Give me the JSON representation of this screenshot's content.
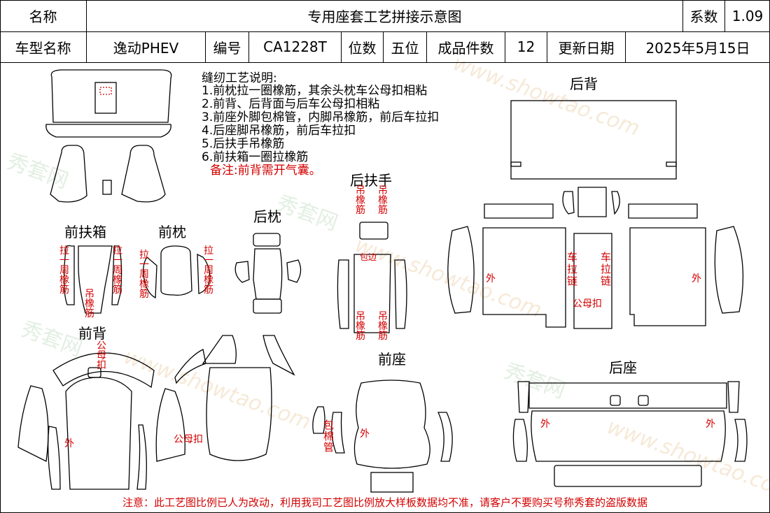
{
  "header": {
    "name_label": "名称",
    "title": "专用座套工艺拼接示意图",
    "coef_label": "系数",
    "coef_value": "1.09",
    "model_label": "车型名称",
    "model_value": "逸动PHEV",
    "code_label": "编号",
    "code_value": "CA1228T",
    "seats_label": "位数",
    "seats_value": "五位",
    "pieces_label": "成品件数",
    "pieces_value": "12",
    "date_label": "更新日期",
    "date_value": "2025年5月15日"
  },
  "notes": {
    "title": "缝纫工艺说明:",
    "items": [
      "1.前枕拉一圈橡筋，其余头枕车公母扣相粘",
      "2.前背、后背面与后车公母扣相粘",
      "3.前座外脚包棉管，内脚吊橡筋，前后车拉扣",
      "4.后座脚吊橡筋，前后车拉扣",
      "5.后扶手吊橡筋",
      "6.前扶箱一圈拉橡筋"
    ],
    "remark": "备注:前背需开气囊。"
  },
  "sections": {
    "front_armbox": "前扶箱",
    "front_headrest": "前枕",
    "rear_headrest": "后枕",
    "rear_armrest": "后扶手",
    "rear_back": "后背",
    "front_back": "前背",
    "front_seat": "前座",
    "rear_seat": "后座"
  },
  "annotations": {
    "la_yi_zhou_xiang_jin": "拉一周橡筋",
    "diao_xiang_jin": "吊橡筋",
    "bao_bian": "包边",
    "wai": "外",
    "che_la_lian": "车拉链",
    "gong_mu_kou": "公母扣",
    "bao_mian_guan": "包棉管"
  },
  "watermark": {
    "site": "www.showtao.com",
    "brand": "秀套网"
  },
  "footer": "注意：此工艺图比例已人为改动，利用我司工艺图比例放大样板数据均不准，请客户不要购买号称秀套的盗版数据",
  "colors": {
    "line": "#000000",
    "annotation": "#d40000",
    "watermark_text": "#f0d8b8"
  }
}
